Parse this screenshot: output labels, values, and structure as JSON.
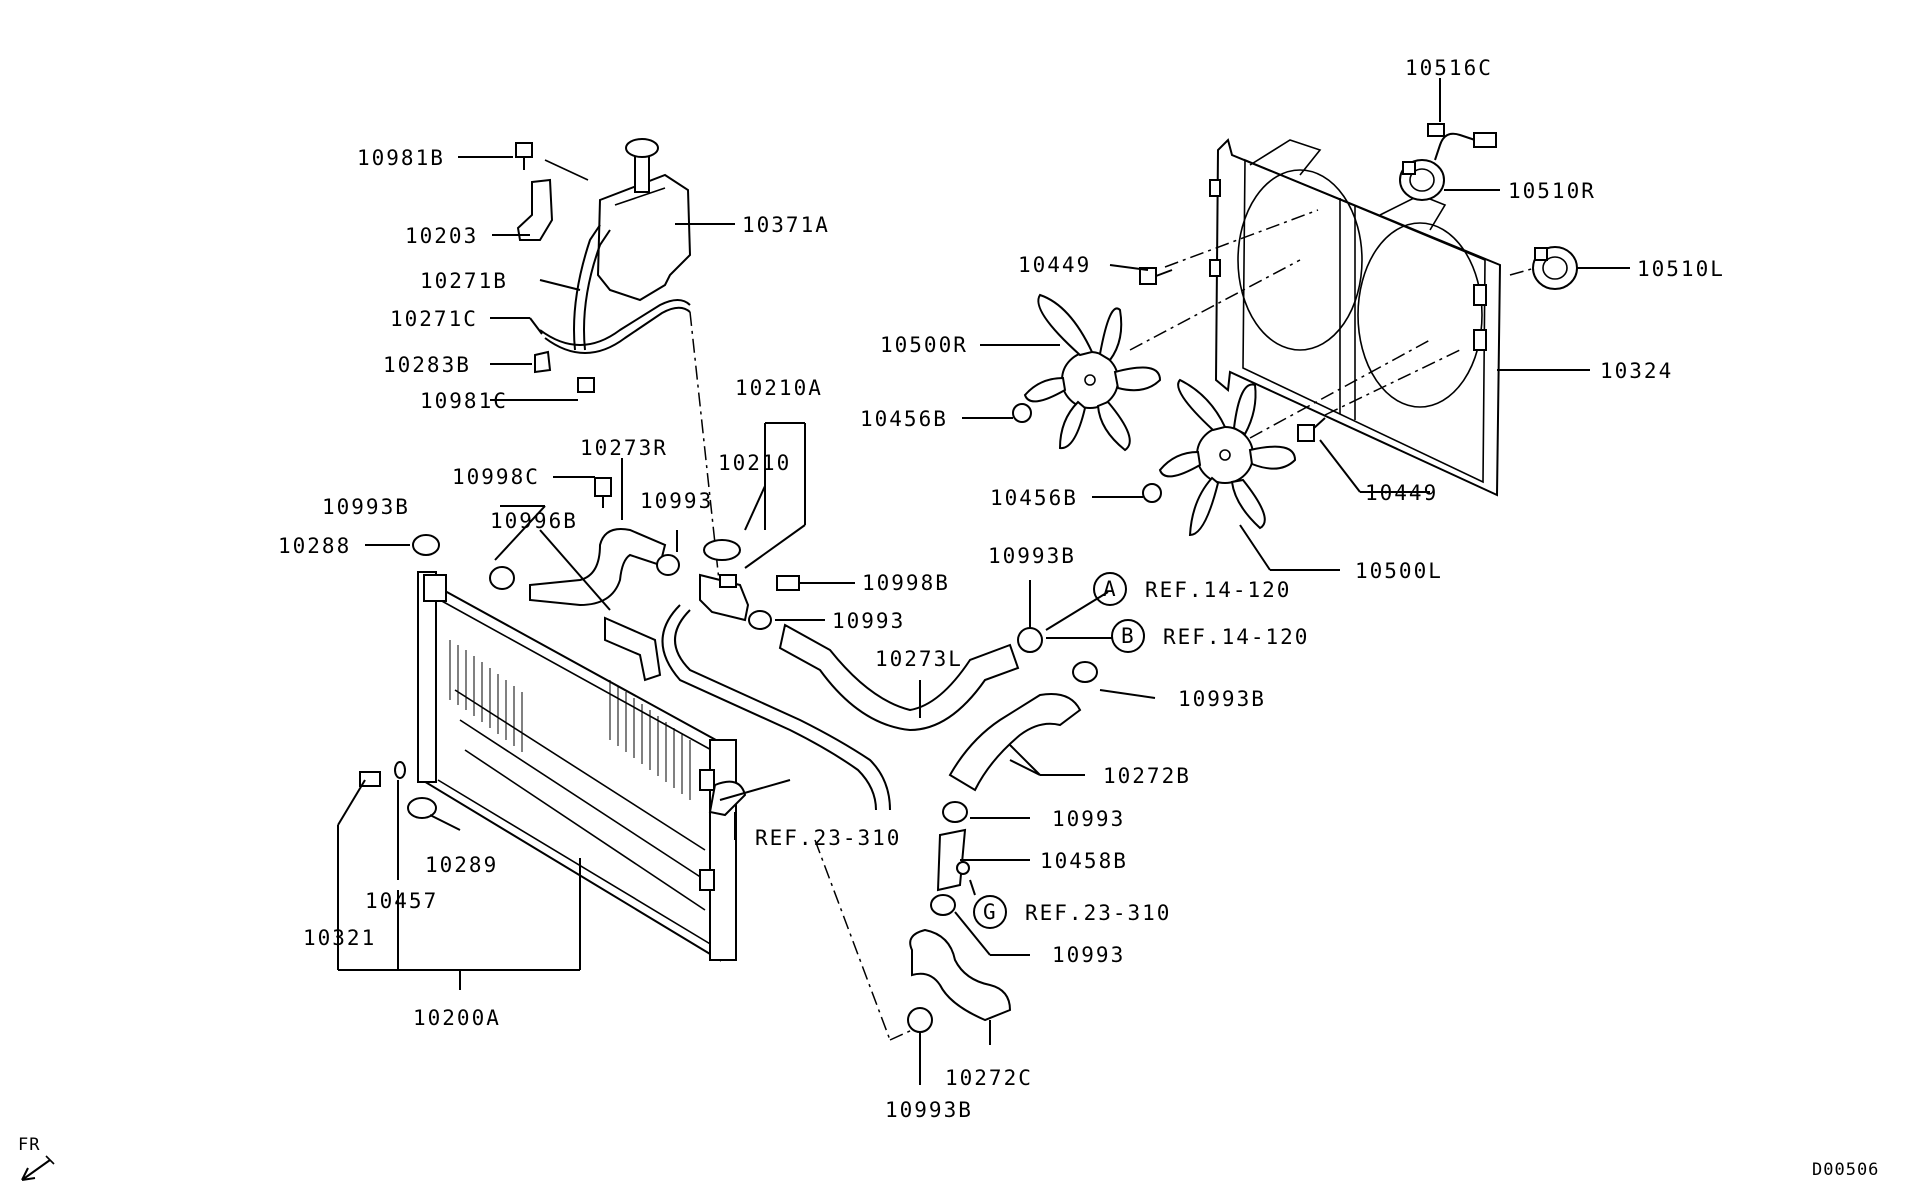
{
  "labels": {
    "p10516C": "10516C",
    "p10510R": "10510R",
    "p10510L": "10510L",
    "p10449a": "10449",
    "p10449b": "10449",
    "p10324": "10324",
    "p10500R": "10500R",
    "p10500L": "10500L",
    "p10456Ba": "10456B",
    "p10456Bb": "10456B",
    "p10981B": "10981B",
    "p10203": "10203",
    "p10371A": "10371A",
    "p10271B": "10271B",
    "p10271C": "10271C",
    "p10283B": "10283B",
    "p10981C": "10981C",
    "p10210A": "10210A",
    "p10210": "10210",
    "p10273R": "10273R",
    "p10998C": "10998C",
    "p10993a": "10993",
    "p10993Ba": "10993B",
    "p10996B": "10996B",
    "p10288": "10288",
    "p10998B": "10998B",
    "p10993b": "10993",
    "p10993Bb": "10993B",
    "refA": "REF.14-120",
    "refB": "REF.14-120",
    "p10273L": "10273L",
    "p10993Bc": "10993B",
    "p10272B": "10272B",
    "p10993c": "10993",
    "p10458B": "10458B",
    "refG": "REF.23-310",
    "p10993d": "10993",
    "refMid": "REF.23-310",
    "p10289": "10289",
    "p10457": "10457",
    "p10321": "10321",
    "p10200A": "10200A",
    "p10272C": "10272C",
    "p10993Bd": "10993B",
    "circleA": "A",
    "circleB": "B",
    "circleG": "G",
    "fr": "FR",
    "code": "D00506"
  }
}
